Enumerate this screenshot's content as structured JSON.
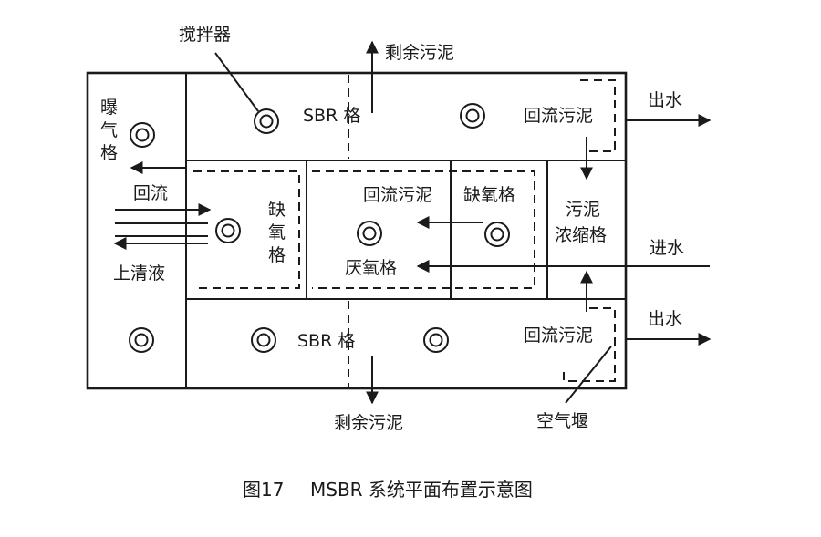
{
  "labels": {
    "mixer": "搅拌器",
    "sludge_top": "剩余污泥",
    "sludge_bottom": "剩余污泥",
    "sbr_top": "SBR 格",
    "sbr_bottom": "SBR 格",
    "aeration": [
      "曝",
      "气",
      "格"
    ],
    "return_top": "回流污泥",
    "return_bottom": "回流污泥",
    "return_mid": "回流污泥",
    "effluent_top": "出水",
    "effluent_bottom": "出水",
    "inflow": "进水",
    "return_left": "回流",
    "supernatant": "上清液",
    "anoxic_left": [
      "缺",
      "氧",
      "格"
    ],
    "anoxic_right": "缺氧格",
    "anaerobic": "厌氧格",
    "thickener": [
      "污泥",
      "浓缩格"
    ],
    "air_weir": "空气堰"
  },
  "caption": {
    "prefix": "图17",
    "title": "MSBR 系统平面布置示意图"
  },
  "colors": {
    "line": "#1a1a1a",
    "background": "#ffffff"
  }
}
